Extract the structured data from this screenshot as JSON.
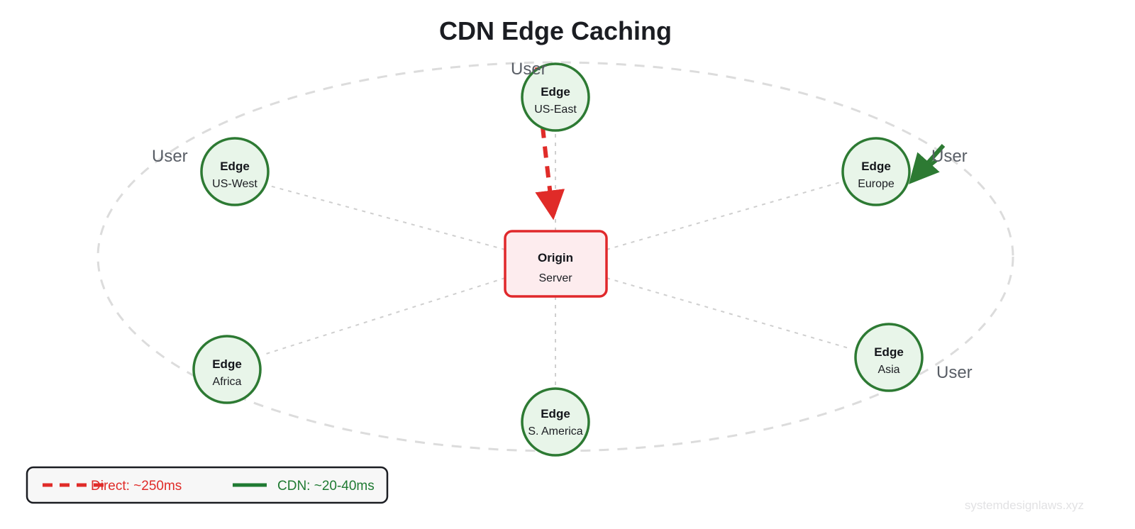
{
  "page": {
    "title": "CDN Edge Caching",
    "watermark": "systemdesignlaws.xyz",
    "background": "#ffffff"
  },
  "colors": {
    "edge_stroke": "#2d7a33",
    "edge_fill": "#e8f5e9",
    "origin_stroke": "#e0282b",
    "origin_fill": "#fdecee",
    "direct_line": "#e02b28",
    "cdn_line": "#1f7a32",
    "ring": "#dcdcdc",
    "spoke": "#cfcfcf",
    "user_label": "#595e66",
    "title": "#1b1d22",
    "watermark": "#e2e2e4"
  },
  "origin": {
    "title": "Origin",
    "subtitle": "Server"
  },
  "edges": [
    {
      "id": "us-east",
      "title": "Edge",
      "subtitle": "US-East"
    },
    {
      "id": "us-west",
      "title": "Edge",
      "subtitle": "US-West"
    },
    {
      "id": "europe",
      "title": "Edge",
      "subtitle": "Europe"
    },
    {
      "id": "africa",
      "title": "Edge",
      "subtitle": "Africa"
    },
    {
      "id": "asia",
      "title": "Edge",
      "subtitle": "Asia"
    },
    {
      "id": "s-america",
      "title": "Edge",
      "subtitle": "S. America"
    }
  ],
  "users": [
    {
      "id": "user-top",
      "label": "User"
    },
    {
      "id": "user-left",
      "label": "User"
    },
    {
      "id": "user-right",
      "label": "User"
    },
    {
      "id": "user-bottom-right",
      "label": "User"
    }
  ],
  "legend": {
    "direct": {
      "label": "Direct: ~250ms",
      "style": "dashed",
      "color": "#e02b28"
    },
    "cdn": {
      "label": "CDN: ~20-40ms",
      "style": "solid",
      "color": "#1f7a32"
    }
  }
}
